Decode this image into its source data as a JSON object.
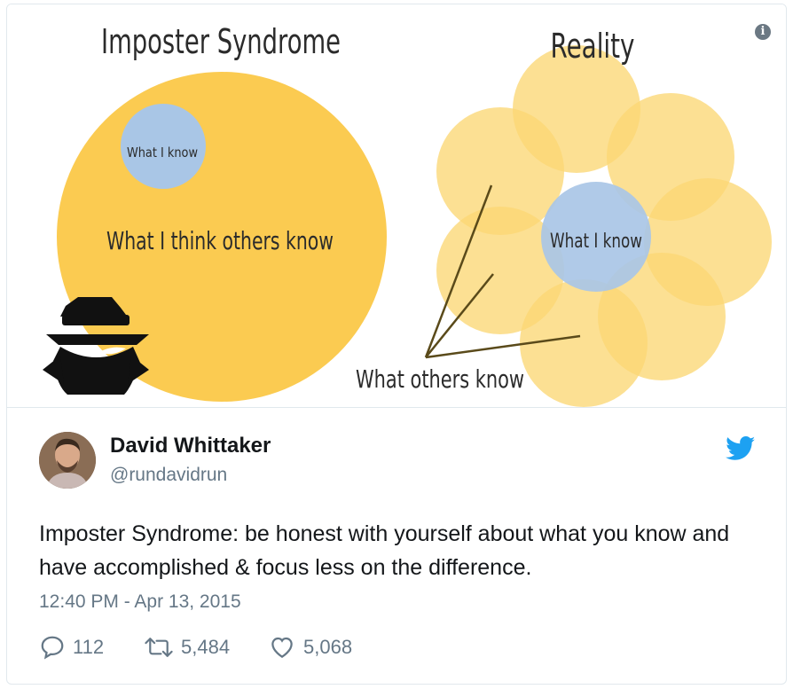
{
  "media": {
    "left_title": "Imposter Syndrome",
    "right_title": "Reality",
    "label_what_i_know_small": "What I know",
    "label_others_think": "What I think others know",
    "label_what_i_know_center": "What I know",
    "label_what_others_know": "What others know",
    "info_icon": "info-icon",
    "spy_icon": "spy-icon",
    "colors": {
      "big_circle": "#fbcb51",
      "petal": "#fbd775",
      "knowledge": "#a9c6e6"
    }
  },
  "tweet": {
    "display_name": "David Whittaker",
    "handle": "@rundavidrun",
    "text": "Imposter Syndrome: be honest with yourself about what you know and have accomplished & focus less on the difference.",
    "timestamp": "12:40 PM - Apr 13, 2015",
    "reply_count": "112",
    "retweet_count": "5,484",
    "like_count": "5,068",
    "brand_color": "#1da1f2"
  }
}
